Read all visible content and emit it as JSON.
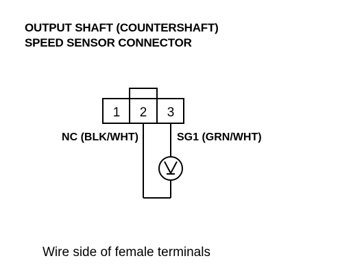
{
  "title": {
    "line1": "OUTPUT SHAFT (COUNTERSHAFT)",
    "line2": "SPEED SENSOR CONNECTOR"
  },
  "connector": {
    "pins": [
      "1",
      "2",
      "3"
    ]
  },
  "wires": {
    "left_label": "NC (BLK/WHT)",
    "right_label": "SG1 (GRN/WHT)"
  },
  "meter": {
    "symbol": "V",
    "icon": "voltmeter-icon"
  },
  "caption": "Wire side of female terminals",
  "colors": {
    "line": "#000000",
    "background": "#ffffff"
  }
}
